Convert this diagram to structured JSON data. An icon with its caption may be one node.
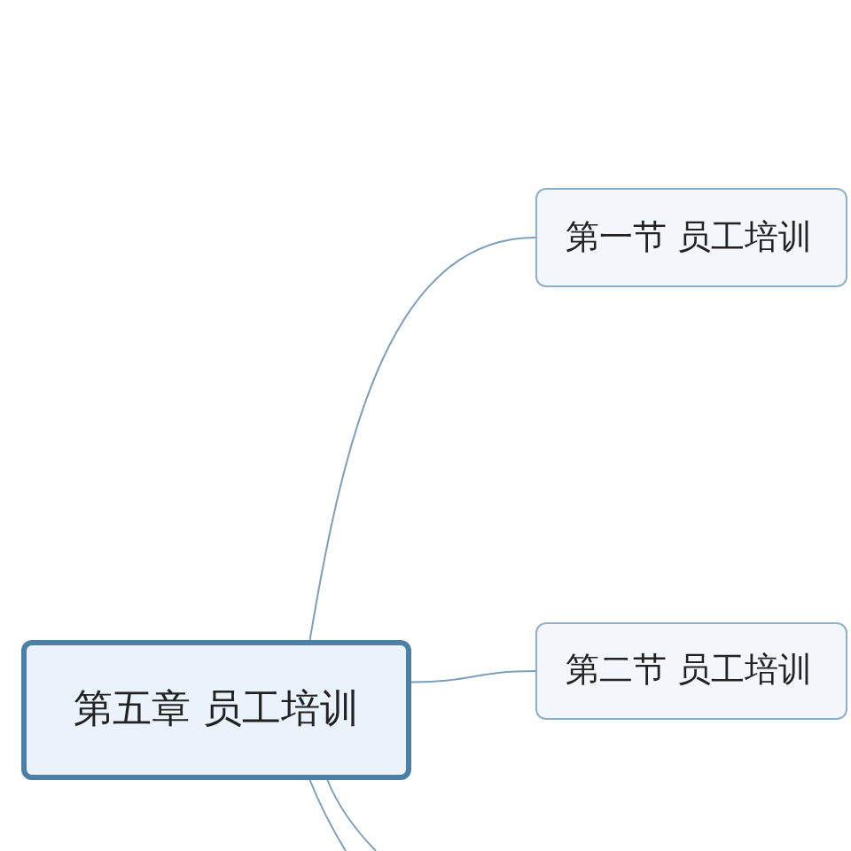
{
  "diagram": {
    "nodes": [
      {
        "text": [
          "第五章 员工培训"
        ]
      },
      {
        "text": [
          "第一节 员工培训"
        ]
      },
      {
        "text": [
          "第二节 员工培训"
        ]
      }
    ],
    "edges": [
      {
        "from": 0,
        "to": 1,
        "arrow": "none"
      },
      {
        "from": 0,
        "to": 2,
        "arrow": "none"
      },
      {
        "from": 0,
        "to": null,
        "arrow": "none"
      },
      {
        "from": 0,
        "to": null,
        "arrow": "none"
      }
    ]
  }
}
